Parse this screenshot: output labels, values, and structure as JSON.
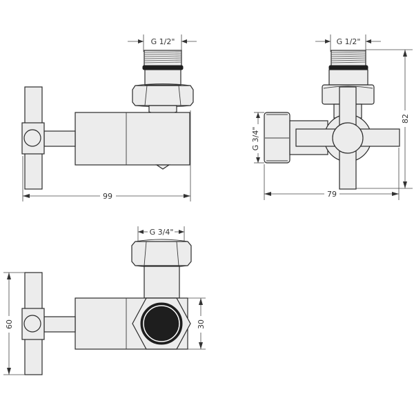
{
  "views": {
    "side": {
      "thread_label": "G 1/2\"",
      "width_dim": "99"
    },
    "front": {
      "thread_label": "G 1/2\"",
      "side_thread_label": "G 3/4\"",
      "height_dim": "82",
      "width_dim": "79"
    },
    "top": {
      "thread_label": "G 3/4\"",
      "height_dim": "60",
      "body_dim": "30"
    }
  },
  "colors": {
    "line": "#2a2a2a",
    "fill": "#ececec",
    "dark": "#1e1e1e",
    "background": "#ffffff"
  }
}
